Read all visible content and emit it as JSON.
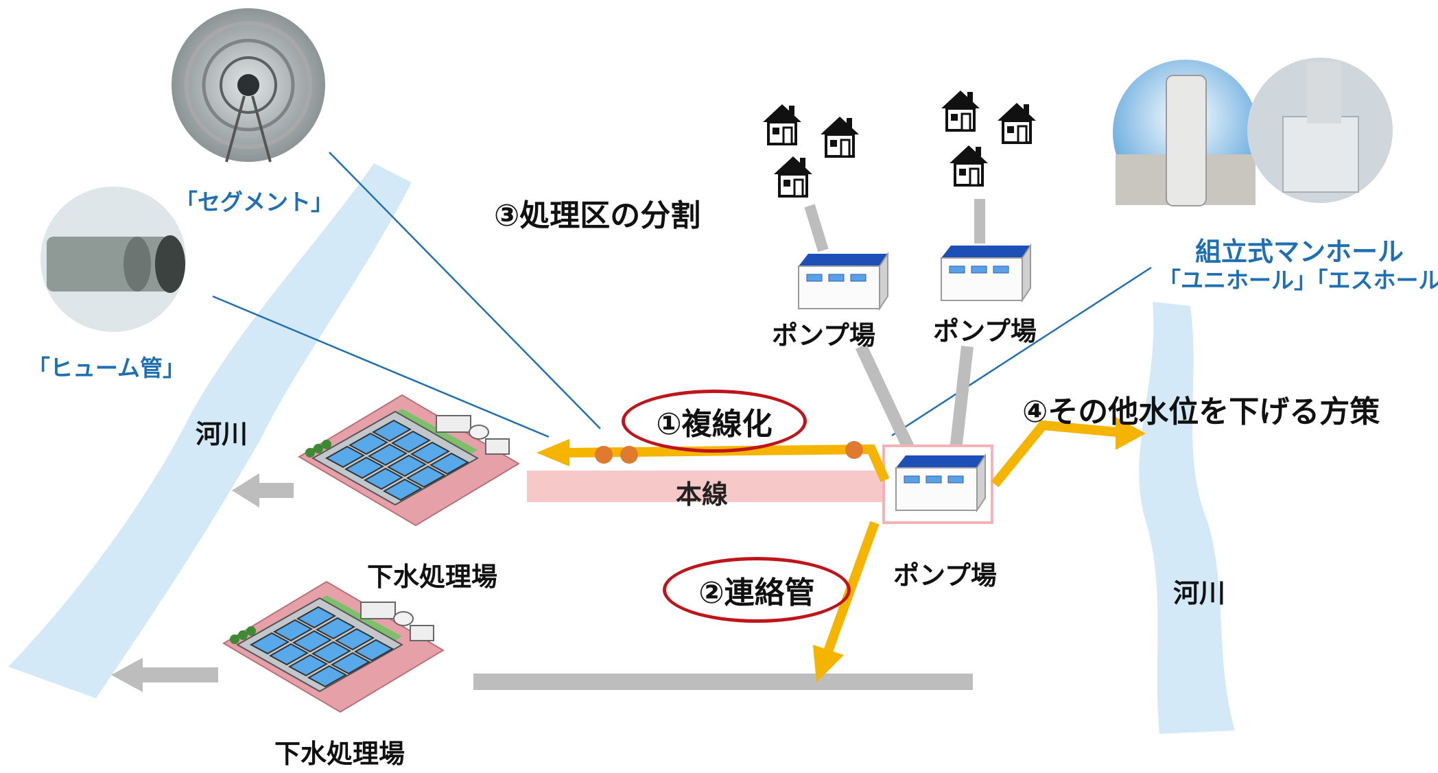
{
  "labels": {
    "segment": "「セグメント」",
    "hume": "「ヒューム管」",
    "division": "③処理区の分割",
    "pump_left": "ポンプ場",
    "pump_right": "ポンプ場",
    "pump_main": "ポンプ場",
    "manhole_title": "組立式マンホール",
    "manhole_names": "「ユニホール」「エスホール」",
    "double_line": "①複線化",
    "connection": "②連絡管",
    "other_measures": "④その他水位を下げる方策",
    "main_line": "本線",
    "river_left": "河川",
    "river_right": "河川",
    "plant_top": "下水処理場",
    "plant_bottom": "下水処理場"
  },
  "icons": [
    "house-icon",
    "pump-station-icon",
    "treatment-plant-icon",
    "tunnel-segment-photo",
    "hume-pipe-photo",
    "manhole-photo"
  ],
  "colors": {
    "river": "#d4e9f8",
    "arrow_orange": "#f5b400",
    "main_line": "#f6c8c8",
    "pipe_gray": "#bdbdbd",
    "oval_red": "#c0141b",
    "label_blue": "#1f6fb2",
    "dot_orange": "#e07a2e"
  }
}
